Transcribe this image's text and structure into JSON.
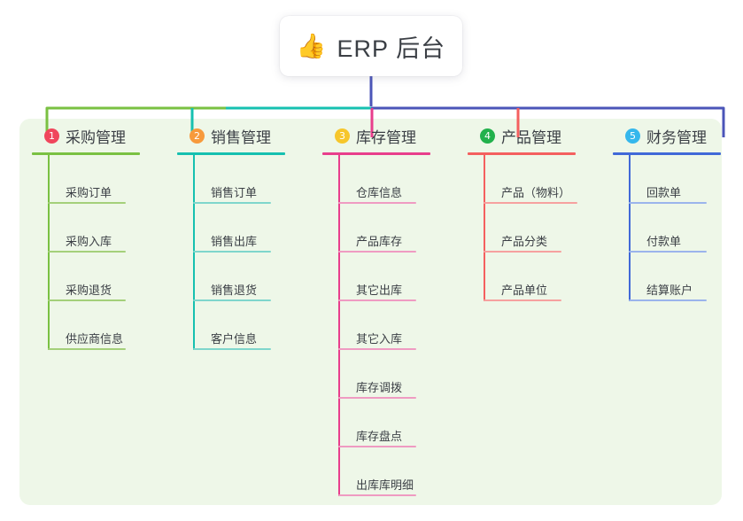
{
  "root": {
    "icon": "thumbs-up-icon",
    "emoji": "👍",
    "title": "ERP 后台"
  },
  "theme": {
    "panel_bg": "#eef7e8",
    "page_bg": "#ffffff",
    "text": "#3b3f45",
    "trunk": "#4b55b8"
  },
  "columns": [
    {
      "index": "1",
      "title": "采购管理",
      "color": "#7ac142",
      "leaf_color": "#a4d07a",
      "badge_color": "#f0465c",
      "items": [
        {
          "label": "采购订单"
        },
        {
          "label": "采购入库"
        },
        {
          "label": "采购退货"
        },
        {
          "label": "供应商信息"
        }
      ]
    },
    {
      "index": "2",
      "title": "销售管理",
      "color": "#16c0b0",
      "leaf_color": "#7fd6cc",
      "badge_color": "#f79a3c",
      "items": [
        {
          "label": "销售订单"
        },
        {
          "label": "销售出库"
        },
        {
          "label": "销售退货"
        },
        {
          "label": "客户信息"
        }
      ]
    },
    {
      "index": "3",
      "title": "库存管理",
      "color": "#e83e8c",
      "leaf_color": "#ef9bc2",
      "badge_color": "#f6c62b",
      "items": [
        {
          "label": "仓库信息"
        },
        {
          "label": "产品库存"
        },
        {
          "label": "其它出库"
        },
        {
          "label": "其它入库"
        },
        {
          "label": "库存调拨"
        },
        {
          "label": "库存盘点"
        },
        {
          "label": "出库库明细"
        }
      ]
    },
    {
      "index": "4",
      "title": "产品管理",
      "color": "#f4605f",
      "leaf_color": "#f6a19f",
      "badge_color": "#22b14c",
      "items": [
        {
          "label": "产品（物料）"
        },
        {
          "label": "产品分类"
        },
        {
          "label": "产品单位"
        }
      ]
    },
    {
      "index": "5",
      "title": "财务管理",
      "color": "#4169d8",
      "leaf_color": "#9bb4ec",
      "badge_color": "#35b7ec",
      "items": [
        {
          "label": "回款单"
        },
        {
          "label": "付款单"
        },
        {
          "label": "结算账户"
        }
      ]
    }
  ],
  "connectors": {
    "bus_segments": [
      {
        "name": "bus-green",
        "color": "#7ac142"
      },
      {
        "name": "bus-teal",
        "color": "#16c0b0"
      },
      {
        "name": "bus-blue",
        "color": "#4b55b8"
      }
    ],
    "trunk_color": "#4b55b8"
  }
}
